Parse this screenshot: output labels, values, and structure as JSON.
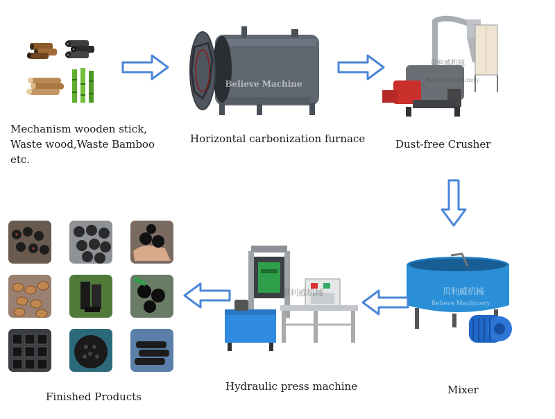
{
  "steps": [
    {
      "label": "Mechanism wooden stick,\nWaste wood,Waste Bamboo\netc."
    },
    {
      "label": "Horizontal carbonization furnace"
    },
    {
      "label": "Dust-free Crusher"
    },
    {
      "label": "Mixer"
    },
    {
      "label": "Hydraulic press machine"
    },
    {
      "label": "Finished Products"
    }
  ],
  "watermarks": {
    "furnace": "Believe Machine",
    "crusher_cn": "贝利威机械",
    "crusher_en": "Believe Machinery",
    "mixer_cn": "贝利威机械",
    "mixer_en": "Believe Machinery",
    "press_cn": "贝利威机械"
  },
  "colors": {
    "arrow_fill": "#ffffff",
    "arrow_stroke": "#4a86d8",
    "machine_gray": "#5e6670",
    "mixer_blue": "#2a8fd6",
    "press_blue": "#2f8be0",
    "press_green": "#2e9e4a"
  }
}
